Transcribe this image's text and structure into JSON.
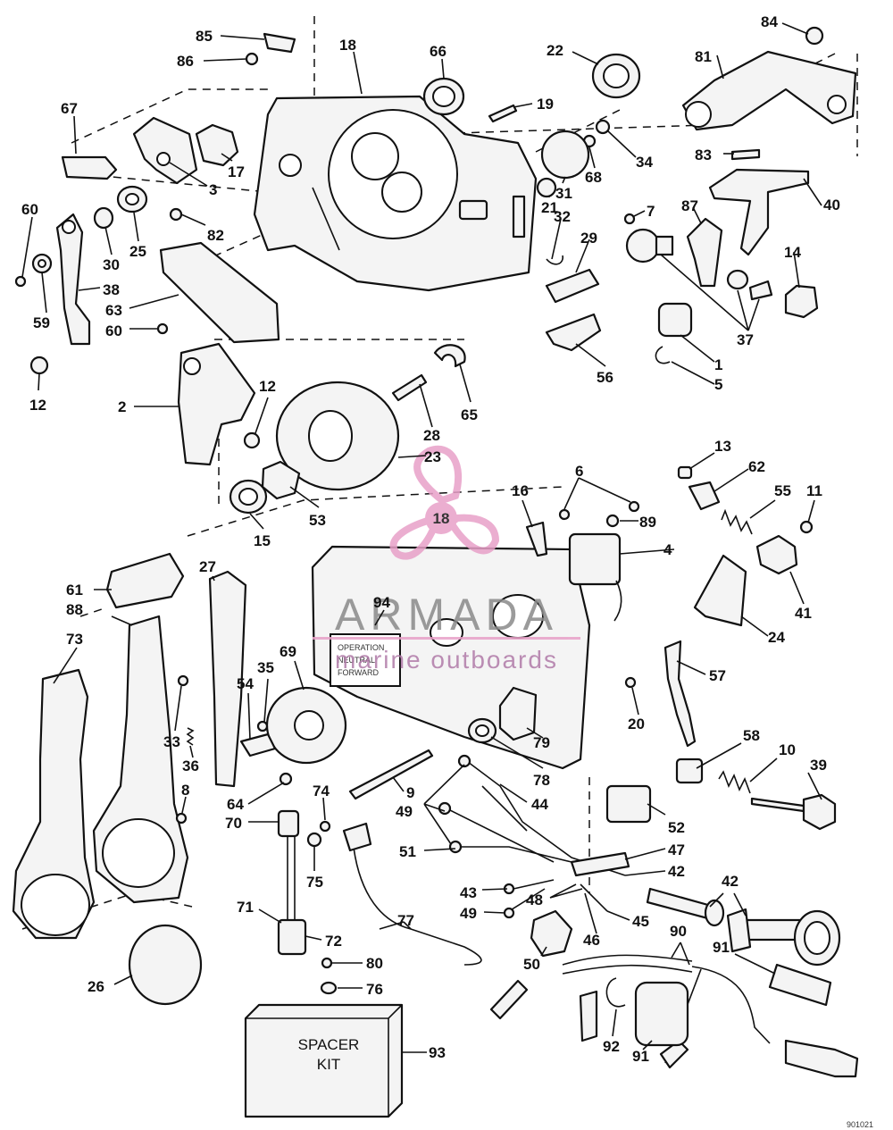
{
  "watermark": {
    "brand": "ARMADA",
    "tagline": "marine outboards",
    "logo_number": "18",
    "colors": {
      "logo": "#e8a0c8",
      "text": "#8a8a8a"
    }
  },
  "spacer_kit": {
    "line1": "SPACER",
    "line2": "KIT",
    "number": "93"
  },
  "figure_code": "901021",
  "callouts": [
    {
      "id": "85",
      "n": "85"
    },
    {
      "id": "86",
      "n": "86"
    },
    {
      "id": "18a",
      "n": "18"
    },
    {
      "id": "66",
      "n": "66"
    },
    {
      "id": "22",
      "n": "22"
    },
    {
      "id": "84",
      "n": "84"
    },
    {
      "id": "81",
      "n": "81"
    },
    {
      "id": "19",
      "n": "19"
    },
    {
      "id": "67",
      "n": "67"
    },
    {
      "id": "34",
      "n": "34"
    },
    {
      "id": "68",
      "n": "68"
    },
    {
      "id": "83",
      "n": "83"
    },
    {
      "id": "17",
      "n": "17"
    },
    {
      "id": "3",
      "n": "3"
    },
    {
      "id": "31",
      "n": "31"
    },
    {
      "id": "40",
      "n": "40"
    },
    {
      "id": "60a",
      "n": "60"
    },
    {
      "id": "25",
      "n": "25"
    },
    {
      "id": "82",
      "n": "82"
    },
    {
      "id": "30",
      "n": "30"
    },
    {
      "id": "21",
      "n": "21"
    },
    {
      "id": "7",
      "n": "7"
    },
    {
      "id": "87",
      "n": "87"
    },
    {
      "id": "32",
      "n": "32"
    },
    {
      "id": "29",
      "n": "29"
    },
    {
      "id": "14",
      "n": "14"
    },
    {
      "id": "38",
      "n": "38"
    },
    {
      "id": "63",
      "n": "63"
    },
    {
      "id": "59",
      "n": "59"
    },
    {
      "id": "60b",
      "n": "60"
    },
    {
      "id": "37",
      "n": "37"
    },
    {
      "id": "1",
      "n": "1"
    },
    {
      "id": "5",
      "n": "5"
    },
    {
      "id": "56",
      "n": "56"
    },
    {
      "id": "12a",
      "n": "12"
    },
    {
      "id": "12b",
      "n": "12"
    },
    {
      "id": "65",
      "n": "65"
    },
    {
      "id": "2",
      "n": "2"
    },
    {
      "id": "28",
      "n": "28"
    },
    {
      "id": "23",
      "n": "23"
    },
    {
      "id": "13",
      "n": "13"
    },
    {
      "id": "62",
      "n": "62"
    },
    {
      "id": "6",
      "n": "6"
    },
    {
      "id": "16",
      "n": "16"
    },
    {
      "id": "55",
      "n": "55"
    },
    {
      "id": "11",
      "n": "11"
    },
    {
      "id": "53",
      "n": "53"
    },
    {
      "id": "89",
      "n": "89"
    },
    {
      "id": "15",
      "n": "15"
    },
    {
      "id": "4",
      "n": "4"
    },
    {
      "id": "27",
      "n": "27"
    },
    {
      "id": "61",
      "n": "61"
    },
    {
      "id": "88",
      "n": "88"
    },
    {
      "id": "94",
      "n": "94"
    },
    {
      "id": "41",
      "n": "41"
    },
    {
      "id": "24",
      "n": "24"
    },
    {
      "id": "73",
      "n": "73"
    },
    {
      "id": "69",
      "n": "69"
    },
    {
      "id": "35",
      "n": "35"
    },
    {
      "id": "54",
      "n": "54"
    },
    {
      "id": "57",
      "n": "57"
    },
    {
      "id": "20",
      "n": "20"
    },
    {
      "id": "33",
      "n": "33"
    },
    {
      "id": "36",
      "n": "36"
    },
    {
      "id": "58",
      "n": "58"
    },
    {
      "id": "10",
      "n": "10"
    },
    {
      "id": "79",
      "n": "79"
    },
    {
      "id": "78",
      "n": "78"
    },
    {
      "id": "39",
      "n": "39"
    },
    {
      "id": "64",
      "n": "64"
    },
    {
      "id": "74",
      "n": "74"
    },
    {
      "id": "9",
      "n": "9"
    },
    {
      "id": "8",
      "n": "8"
    },
    {
      "id": "49a",
      "n": "49"
    },
    {
      "id": "44",
      "n": "44"
    },
    {
      "id": "70",
      "n": "70"
    },
    {
      "id": "52",
      "n": "52"
    },
    {
      "id": "75",
      "n": "75"
    },
    {
      "id": "51",
      "n": "51"
    },
    {
      "id": "47",
      "n": "47"
    },
    {
      "id": "42a",
      "n": "42"
    },
    {
      "id": "42b",
      "n": "42"
    },
    {
      "id": "43",
      "n": "43"
    },
    {
      "id": "48",
      "n": "48"
    },
    {
      "id": "49b",
      "n": "49"
    },
    {
      "id": "45",
      "n": "45"
    },
    {
      "id": "71",
      "n": "71"
    },
    {
      "id": "72",
      "n": "72"
    },
    {
      "id": "77",
      "n": "77"
    },
    {
      "id": "46",
      "n": "46"
    },
    {
      "id": "90",
      "n": "90"
    },
    {
      "id": "50",
      "n": "50"
    },
    {
      "id": "91a",
      "n": "91"
    },
    {
      "id": "80",
      "n": "80"
    },
    {
      "id": "26",
      "n": "26"
    },
    {
      "id": "76",
      "n": "76"
    },
    {
      "id": "92",
      "n": "92"
    },
    {
      "id": "91b",
      "n": "91"
    }
  ]
}
